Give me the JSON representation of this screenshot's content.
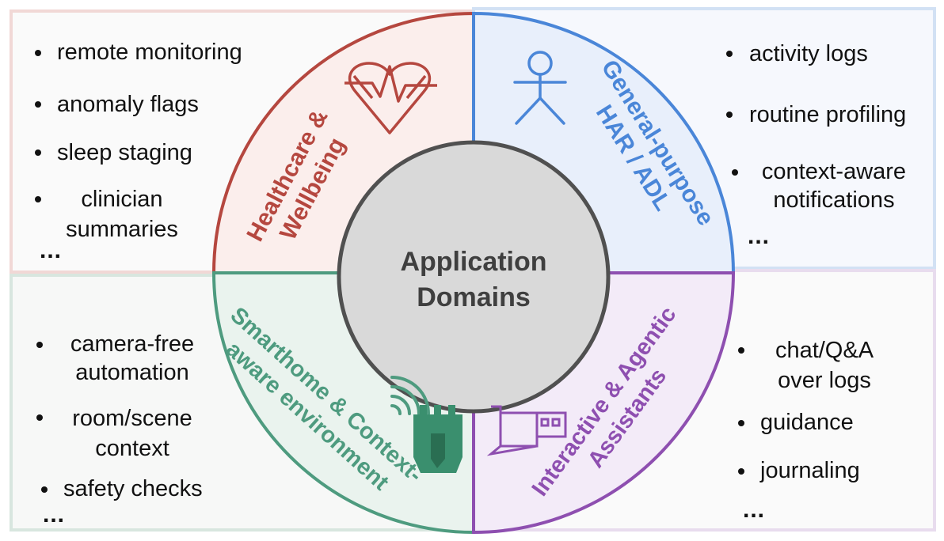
{
  "center": {
    "line1": "Application",
    "line2": "Domains"
  },
  "quadrants": {
    "healthcare": {
      "title_line1": "Healthcare &",
      "title_line2": "Wellbeing",
      "color": "#b5473f",
      "icon": "heart-pulse-icon",
      "items": [
        "remote monitoring",
        "anomaly flags",
        "sleep staging",
        "clinician summaries"
      ],
      "more": "..."
    },
    "general": {
      "title_line1": "General-purpose",
      "title_line2": "HAR / ADL",
      "color": "#4a86d8",
      "icon": "stick-figure-icon",
      "items": [
        "activity logs",
        "routine profiling",
        "context-aware notifications"
      ],
      "more": "..."
    },
    "smarthome": {
      "title_line1": "Smarthome & Context-",
      "title_line2": "aware environment",
      "color": "#4e9b7f",
      "icon": "smart-home-sensor-icon",
      "items": [
        "camera-free automation",
        "room/scene context",
        "safety checks"
      ],
      "more": "..."
    },
    "assistants": {
      "title_line1": "Interactive & Agentic",
      "title_line2": "Assistants",
      "color": "#8e4fb0",
      "icon": "assistant-robot-icon",
      "items": [
        "chat/Q&A over logs",
        "guidance",
        "journaling"
      ],
      "more": "..."
    }
  }
}
